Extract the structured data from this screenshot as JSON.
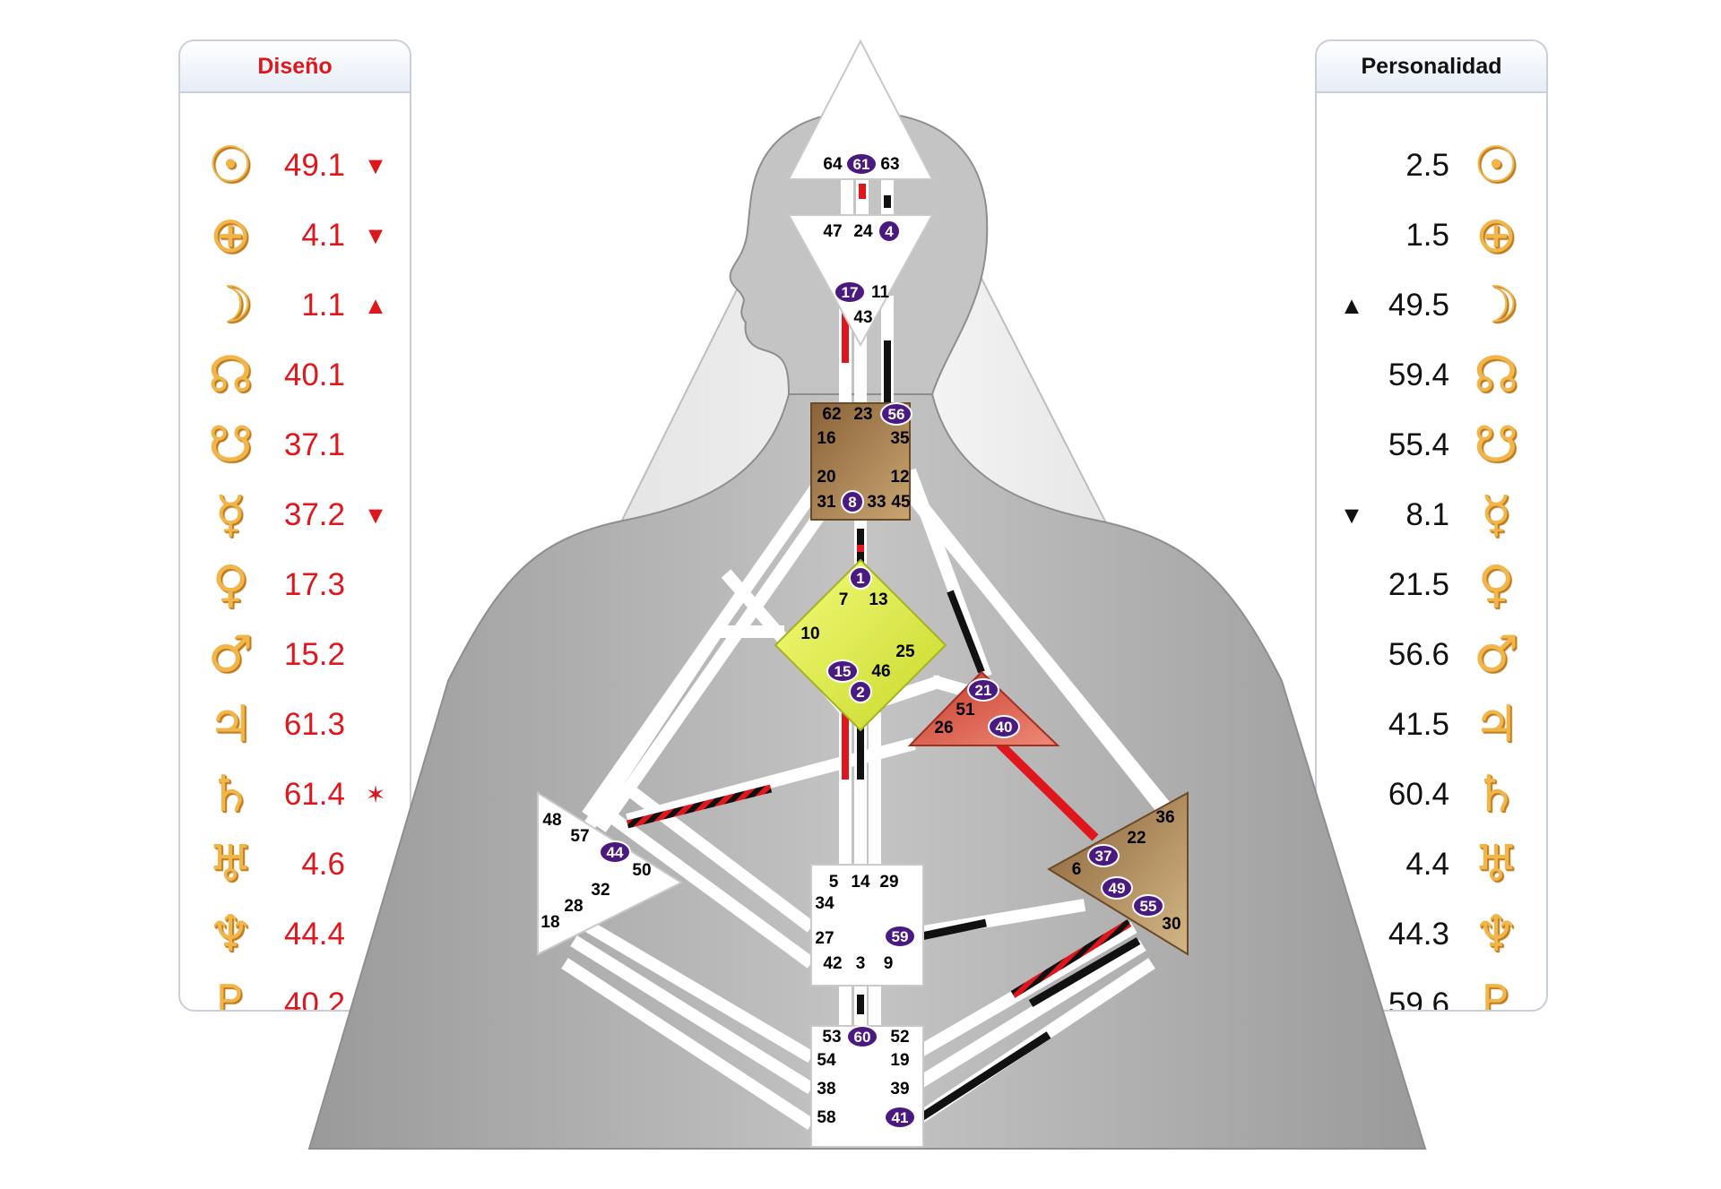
{
  "design": {
    "title": "Diseño",
    "rows": [
      {
        "planet": "sun-icon",
        "symbol": "☉",
        "value": "49.1",
        "mark": "▼"
      },
      {
        "planet": "earth-icon",
        "symbol": "⊕",
        "value": "4.1",
        "mark": "▼"
      },
      {
        "planet": "moon-icon",
        "symbol": "☽",
        "value": "1.1",
        "mark": "▲"
      },
      {
        "planet": "north-node-icon",
        "symbol": "☊",
        "value": "40.1",
        "mark": ""
      },
      {
        "planet": "south-node-icon",
        "symbol": "☋",
        "value": "37.1",
        "mark": ""
      },
      {
        "planet": "mercury-icon",
        "symbol": "☿",
        "value": "37.2",
        "mark": "▼"
      },
      {
        "planet": "venus-icon",
        "symbol": "♀",
        "value": "17.3",
        "mark": ""
      },
      {
        "planet": "mars-icon",
        "symbol": "♂",
        "value": "15.2",
        "mark": ""
      },
      {
        "planet": "jupiter-icon",
        "symbol": "♃",
        "value": "61.3",
        "mark": ""
      },
      {
        "planet": "saturn-icon",
        "symbol": "♄",
        "value": "61.4",
        "mark": "✶"
      },
      {
        "planet": "uranus-icon",
        "symbol": "♅",
        "value": "4.6",
        "mark": ""
      },
      {
        "planet": "neptune-icon",
        "symbol": "♆",
        "value": "44.4",
        "mark": ""
      },
      {
        "planet": "pluto-icon",
        "symbol": "♇",
        "value": "40.2",
        "mark": ""
      }
    ]
  },
  "personality": {
    "title": "Personalidad",
    "rows": [
      {
        "planet": "sun-icon",
        "symbol": "☉",
        "value": "2.5",
        "mark": ""
      },
      {
        "planet": "earth-icon",
        "symbol": "⊕",
        "value": "1.5",
        "mark": ""
      },
      {
        "planet": "moon-icon",
        "symbol": "☽",
        "value": "49.5",
        "mark": "▲"
      },
      {
        "planet": "north-node-icon",
        "symbol": "☊",
        "value": "59.4",
        "mark": ""
      },
      {
        "planet": "south-node-icon",
        "symbol": "☋",
        "value": "55.4",
        "mark": ""
      },
      {
        "planet": "mercury-icon",
        "symbol": "☿",
        "value": "8.1",
        "mark": "▼"
      },
      {
        "planet": "venus-icon",
        "symbol": "♀",
        "value": "21.5",
        "mark": ""
      },
      {
        "planet": "mars-icon",
        "symbol": "♂",
        "value": "56.6",
        "mark": ""
      },
      {
        "planet": "jupiter-icon",
        "symbol": "♃",
        "value": "41.5",
        "mark": ""
      },
      {
        "planet": "saturn-icon",
        "symbol": "♄",
        "value": "60.4",
        "mark": ""
      },
      {
        "planet": "uranus-icon",
        "symbol": "♅",
        "value": "4.4",
        "mark": ""
      },
      {
        "planet": "neptune-icon",
        "symbol": "♆",
        "value": "44.3",
        "mark": "▼"
      },
      {
        "planet": "pluto-icon",
        "symbol": "♇",
        "value": "59.6",
        "mark": ""
      }
    ]
  },
  "colors": {
    "design": "#e0161d",
    "personality": "#111111",
    "gate_marker": "#4b1a80",
    "head_centre": "#ffffff",
    "g_centre": "#e8f55a",
    "ego_centre": "#e05a45",
    "throat_centre": "#a07a4a",
    "solar_plexus_centre": "#a07a4a"
  },
  "bodygraph": {
    "centers": {
      "head": {
        "name": "Head",
        "gates": [
          "64",
          "61",
          "63"
        ]
      },
      "ajna": {
        "name": "Ajna",
        "gates": [
          "47",
          "24",
          "4",
          "17",
          "11",
          "43"
        ]
      },
      "throat": {
        "name": "Throat",
        "gates": [
          "62",
          "23",
          "56",
          "16",
          "35",
          "20",
          "12",
          "31",
          "8",
          "33",
          "45"
        ]
      },
      "g": {
        "name": "G",
        "gates": [
          "1",
          "7",
          "13",
          "10",
          "25",
          "15",
          "46",
          "2"
        ]
      },
      "ego": {
        "name": "Ego",
        "gates": [
          "21",
          "51",
          "26",
          "40"
        ]
      },
      "spleen": {
        "name": "Spleen",
        "gates": [
          "48",
          "57",
          "44",
          "50",
          "32",
          "28",
          "18"
        ]
      },
      "sacral": {
        "name": "Sacral",
        "gates": [
          "5",
          "14",
          "29",
          "34",
          "27",
          "59",
          "42",
          "3",
          "9"
        ]
      },
      "solar_plexus": {
        "name": "Solar Plexus",
        "gates": [
          "36",
          "22",
          "37",
          "6",
          "49",
          "55",
          "30"
        ]
      },
      "root": {
        "name": "Root",
        "gates": [
          "53",
          "60",
          "52",
          "54",
          "19",
          "38",
          "39",
          "58",
          "41"
        ]
      }
    },
    "active_gates": [
      "61",
      "4",
      "17",
      "56",
      "8",
      "1",
      "15",
      "2",
      "21",
      "40",
      "44",
      "37",
      "49",
      "55",
      "59",
      "60",
      "41"
    ]
  }
}
